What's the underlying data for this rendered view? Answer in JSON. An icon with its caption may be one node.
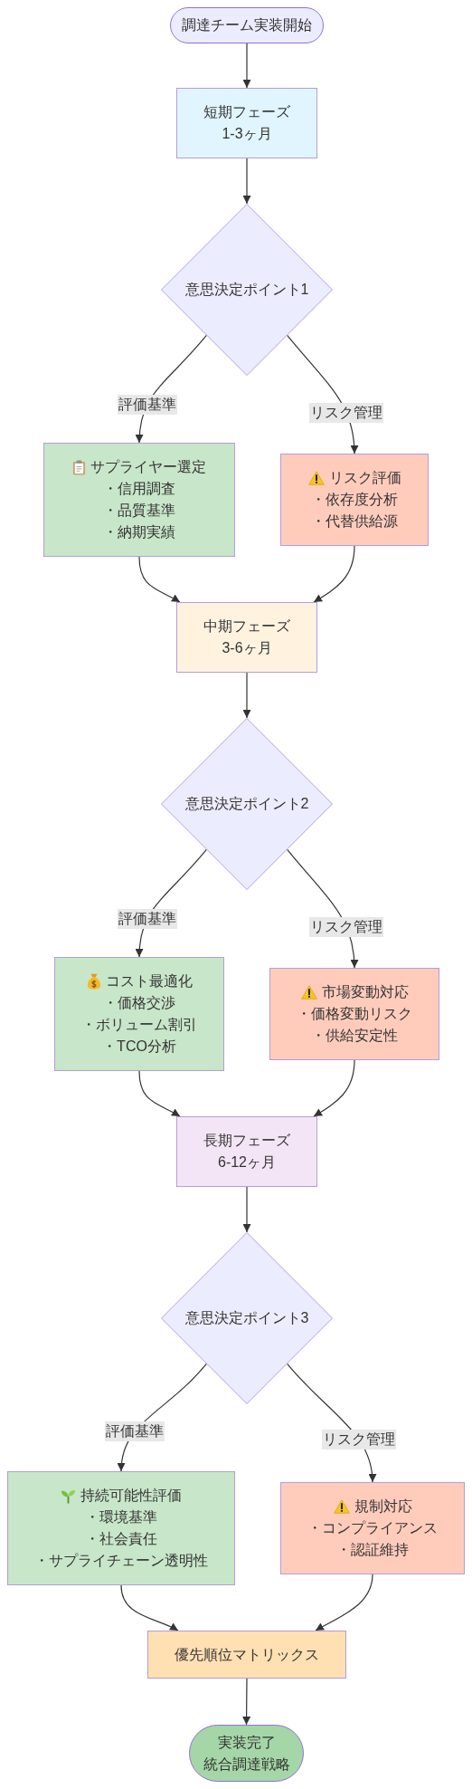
{
  "diagram": {
    "nodes": [
      {
        "text": [
          "調達チーム実装開始"
        ]
      },
      {
        "text": [
          "短期フェーズ",
          "1-3ヶ月"
        ]
      },
      {
        "text": [
          "意思決定ポイント1"
        ]
      },
      {
        "text": [
          "サプライヤー選定",
          "・信用調査",
          "・品質基準",
          "・納期実績"
        ]
      },
      {
        "text": [
          "リスク評価",
          "・依存度分析",
          "・代替供給源"
        ]
      },
      {
        "text": [
          "中期フェーズ",
          "3-6ヶ月"
        ]
      },
      {
        "text": [
          "意思決定ポイント2"
        ]
      },
      {
        "text": [
          "コスト最適化",
          "・価格交渉",
          "・ボリューム割引",
          "・TCO分析"
        ]
      },
      {
        "text": [
          "市場変動対応",
          "・価格変動リスク",
          "・供給安定性"
        ]
      },
      {
        "text": [
          "長期フェーズ",
          "6-12ヶ月"
        ]
      },
      {
        "text": [
          "意思決定ポイント3"
        ]
      },
      {
        "text": [
          "持続可能性評価",
          "・環境基準",
          "・社会責任",
          "・サプライチェーン透明性"
        ]
      },
      {
        "text": [
          "規制対応",
          "・コンプライアンス",
          "・認証維持"
        ]
      },
      {
        "text": [
          "優先順位マトリックス"
        ]
      },
      {
        "text": [
          "実装完了",
          "統合調達戦略"
        ]
      }
    ],
    "edges": [
      {
        "from": 0,
        "to": 1,
        "arrow": "to"
      },
      {
        "from": 1,
        "to": 2,
        "arrow": "to"
      },
      {
        "from": 2,
        "to": 3,
        "arrow": "to",
        "label": "評価基準"
      },
      {
        "from": 2,
        "to": 4,
        "arrow": "to",
        "label": "リスク管理"
      },
      {
        "from": 3,
        "to": 5,
        "arrow": "to"
      },
      {
        "from": 4,
        "to": 5,
        "arrow": "to"
      },
      {
        "from": 5,
        "to": 6,
        "arrow": "to"
      },
      {
        "from": 6,
        "to": 7,
        "arrow": "to",
        "label": "評価基準"
      },
      {
        "from": 6,
        "to": 8,
        "arrow": "to",
        "label": "リスク管理"
      },
      {
        "from": 7,
        "to": 9,
        "arrow": "to"
      },
      {
        "from": 8,
        "to": 9,
        "arrow": "to"
      },
      {
        "from": 9,
        "to": 10,
        "arrow": "to"
      },
      {
        "from": 10,
        "to": 11,
        "arrow": "to",
        "label": "評価基準"
      },
      {
        "from": 10,
        "to": 12,
        "arrow": "to",
        "label": "リスク管理"
      },
      {
        "from": 11,
        "to": 13,
        "arrow": "to"
      },
      {
        "from": 12,
        "to": 13,
        "arrow": "to"
      },
      {
        "from": 13,
        "to": 14,
        "arrow": "to"
      }
    ]
  }
}
